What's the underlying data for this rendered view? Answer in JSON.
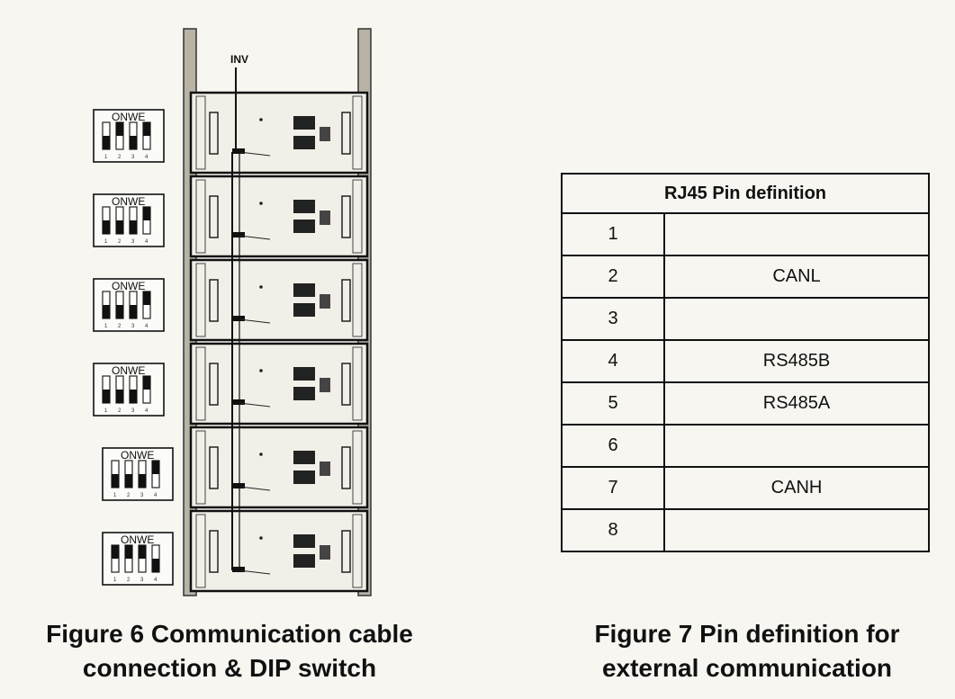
{
  "diagram": {
    "inv_label": "INV",
    "dip_on_label": "ONWE",
    "dip_numbers": [
      "1",
      "2",
      "3",
      "4"
    ],
    "dip_switches": [
      {
        "on": [
          false,
          true,
          false,
          true
        ]
      },
      {
        "on": [
          false,
          false,
          false,
          true
        ]
      },
      {
        "on": [
          false,
          false,
          false,
          true
        ]
      },
      {
        "on": [
          false,
          false,
          false,
          true
        ]
      },
      {
        "on": [
          false,
          false,
          false,
          true
        ]
      },
      {
        "on": [
          true,
          true,
          true,
          false
        ]
      }
    ],
    "module_count": 6
  },
  "figure6_caption": {
    "line1": "Figure 6 Communication cable",
    "line2": "connection & DIP switch"
  },
  "pin_table": {
    "title": "RJ45 Pin definition",
    "rows": [
      {
        "pin": "1",
        "signal": ""
      },
      {
        "pin": "2",
        "signal": "CANL"
      },
      {
        "pin": "3",
        "signal": ""
      },
      {
        "pin": "4",
        "signal": "RS485B"
      },
      {
        "pin": "5",
        "signal": "RS485A"
      },
      {
        "pin": "6",
        "signal": ""
      },
      {
        "pin": "7",
        "signal": "CANH"
      },
      {
        "pin": "8",
        "signal": ""
      }
    ]
  },
  "figure7_caption": {
    "line1": "Figure 7 Pin definition for",
    "line2": "external communication"
  }
}
